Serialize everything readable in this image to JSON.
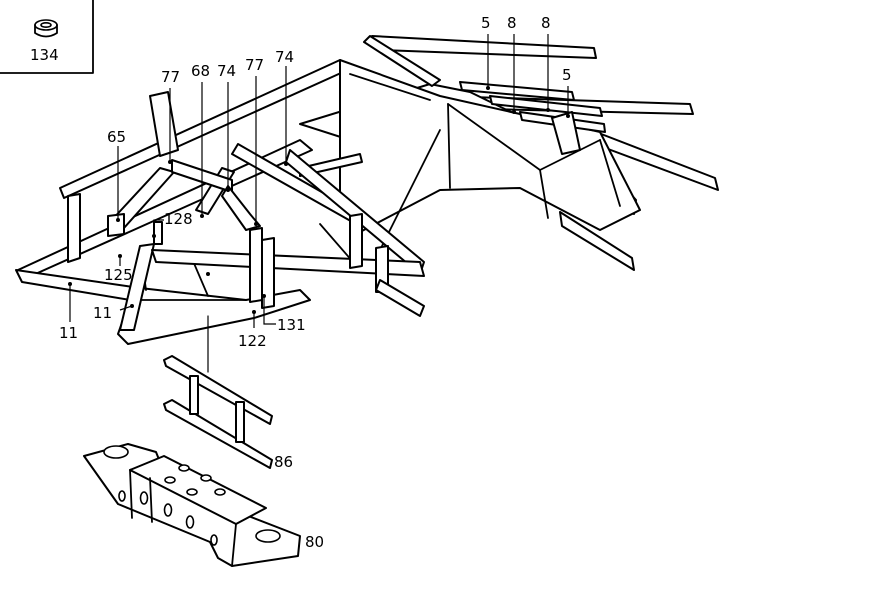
{
  "inset": {
    "icon": "bushing-icon",
    "label": "134"
  },
  "callouts": [
    {
      "id": "5a",
      "text": "5"
    },
    {
      "id": "8a",
      "text": "8"
    },
    {
      "id": "8b",
      "text": "8"
    },
    {
      "id": "5b",
      "text": "5"
    },
    {
      "id": "77a",
      "text": "77"
    },
    {
      "id": "68",
      "text": "68"
    },
    {
      "id": "74a",
      "text": "74"
    },
    {
      "id": "77b",
      "text": "77"
    },
    {
      "id": "74b",
      "text": "74"
    },
    {
      "id": "65",
      "text": "65"
    },
    {
      "id": "128",
      "text": "128"
    },
    {
      "id": "125",
      "text": "125"
    },
    {
      "id": "11a",
      "text": "11"
    },
    {
      "id": "11b",
      "text": "11"
    },
    {
      "id": "131",
      "text": "131"
    },
    {
      "id": "122",
      "text": "122"
    },
    {
      "id": "86",
      "text": "86"
    },
    {
      "id": "80",
      "text": "80"
    }
  ],
  "colors": {
    "line": "#000000",
    "background": "#ffffff"
  }
}
